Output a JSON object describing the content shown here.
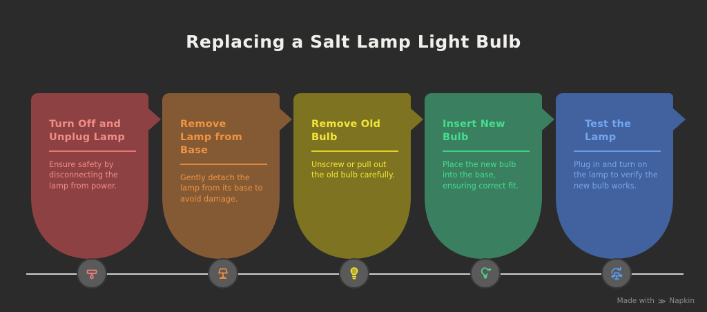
{
  "page": {
    "title": "Replacing a Salt Lamp Light Bulb",
    "background_color": "#2b2b2b",
    "title_color": "#f2f0ec",
    "timeline_color": "#cfcfcf"
  },
  "steps": [
    {
      "title": "Turn Off and\nUnplug Lamp",
      "description": "Ensure safety by disconnecting the lamp from power.",
      "card_color": "#8e4142",
      "accent_color": "#f4817c",
      "text_color": "#f08c86",
      "icon": "lamp-shade-icon",
      "icon_color": "#f4817c"
    },
    {
      "title": "Remove\nLamp from\nBase",
      "description": "Gently detach the lamp from its base to avoid damage.",
      "card_color": "#845a35",
      "accent_color": "#f09040",
      "text_color": "#ef9340",
      "icon": "table-lamp-icon",
      "icon_color": "#f09040"
    },
    {
      "title": "Remove Old\nBulb",
      "description": "Unscrew or pull out the old bulb carefully.",
      "card_color": "#7d7320",
      "accent_color": "#f2e32e",
      "text_color": "#f3e53b",
      "icon": "light-bulb-icon",
      "icon_color": "#e8dc33"
    },
    {
      "title": "Insert New\nBulb",
      "description": "Place the new bulb into the base, ensuring correct fit.",
      "card_color": "#3a8060",
      "accent_color": "#3ee08c",
      "text_color": "#44dd8d",
      "icon": "bulb-sparkle-icon",
      "icon_color": "#4cd98c"
    },
    {
      "title": "Test the\nLamp",
      "description": "Plug in and turn on the lamp to verify the new bulb works.",
      "card_color": "#41629e",
      "accent_color": "#6fa4f2",
      "text_color": "#74a6f0",
      "icon": "lamp-test-icon",
      "icon_color": "#5b9cf5"
    }
  ],
  "watermark": {
    "prefix": "Made with",
    "logo_glyph": "≫",
    "brand": "Napkin"
  }
}
